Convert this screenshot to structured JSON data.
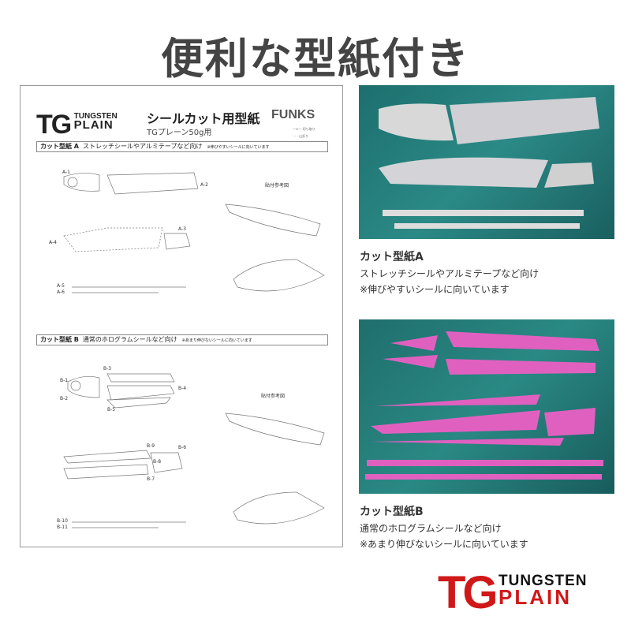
{
  "title": "便利な型紙付き",
  "document": {
    "logo": {
      "tg": "TG",
      "line1": "TUNGSTEN",
      "line2": "PLAIN"
    },
    "title": "シールカット用型紙",
    "subtitle": "TGプレーン50g用",
    "brand": "FUNKS",
    "legend": [
      "切り取り",
      "山折り"
    ],
    "section_a": {
      "label": "カット型紙 A",
      "desc": "ストレッチシールやアルミテープなど向け",
      "note": "※伸びやすいシールに向いています",
      "ref": "貼付参考図",
      "parts": [
        "A-1",
        "A-2",
        "A-3",
        "A-4",
        "A-5",
        "A-6"
      ]
    },
    "section_b": {
      "label": "カット型紙 B",
      "desc": "通常のホログラムシールなど向け",
      "note": "※あまり伸びないシールに向いています",
      "ref": "貼付参考図",
      "parts": [
        "B-1",
        "B-2",
        "B-3",
        "B-4",
        "B-5",
        "B-6",
        "B-7",
        "B-8",
        "B-9",
        "B-10",
        "B-11"
      ]
    }
  },
  "captions": {
    "a": {
      "heading": "カット型紙A",
      "line1": "ストレッチシールやアルミテープなど向け",
      "line2": "※伸びやすいシールに向いています"
    },
    "b": {
      "heading": "カット型紙B",
      "line1": "通常のホログラムシールなど向け",
      "line2": "※あまり伸びないシールに向いています"
    }
  },
  "footer_logo": {
    "tg": "TG",
    "line1": "TUNGSTEN",
    "line2": "PLAIN"
  },
  "colors": {
    "brand_red": "#d01818",
    "mat_green": "#2b8a86"
  }
}
